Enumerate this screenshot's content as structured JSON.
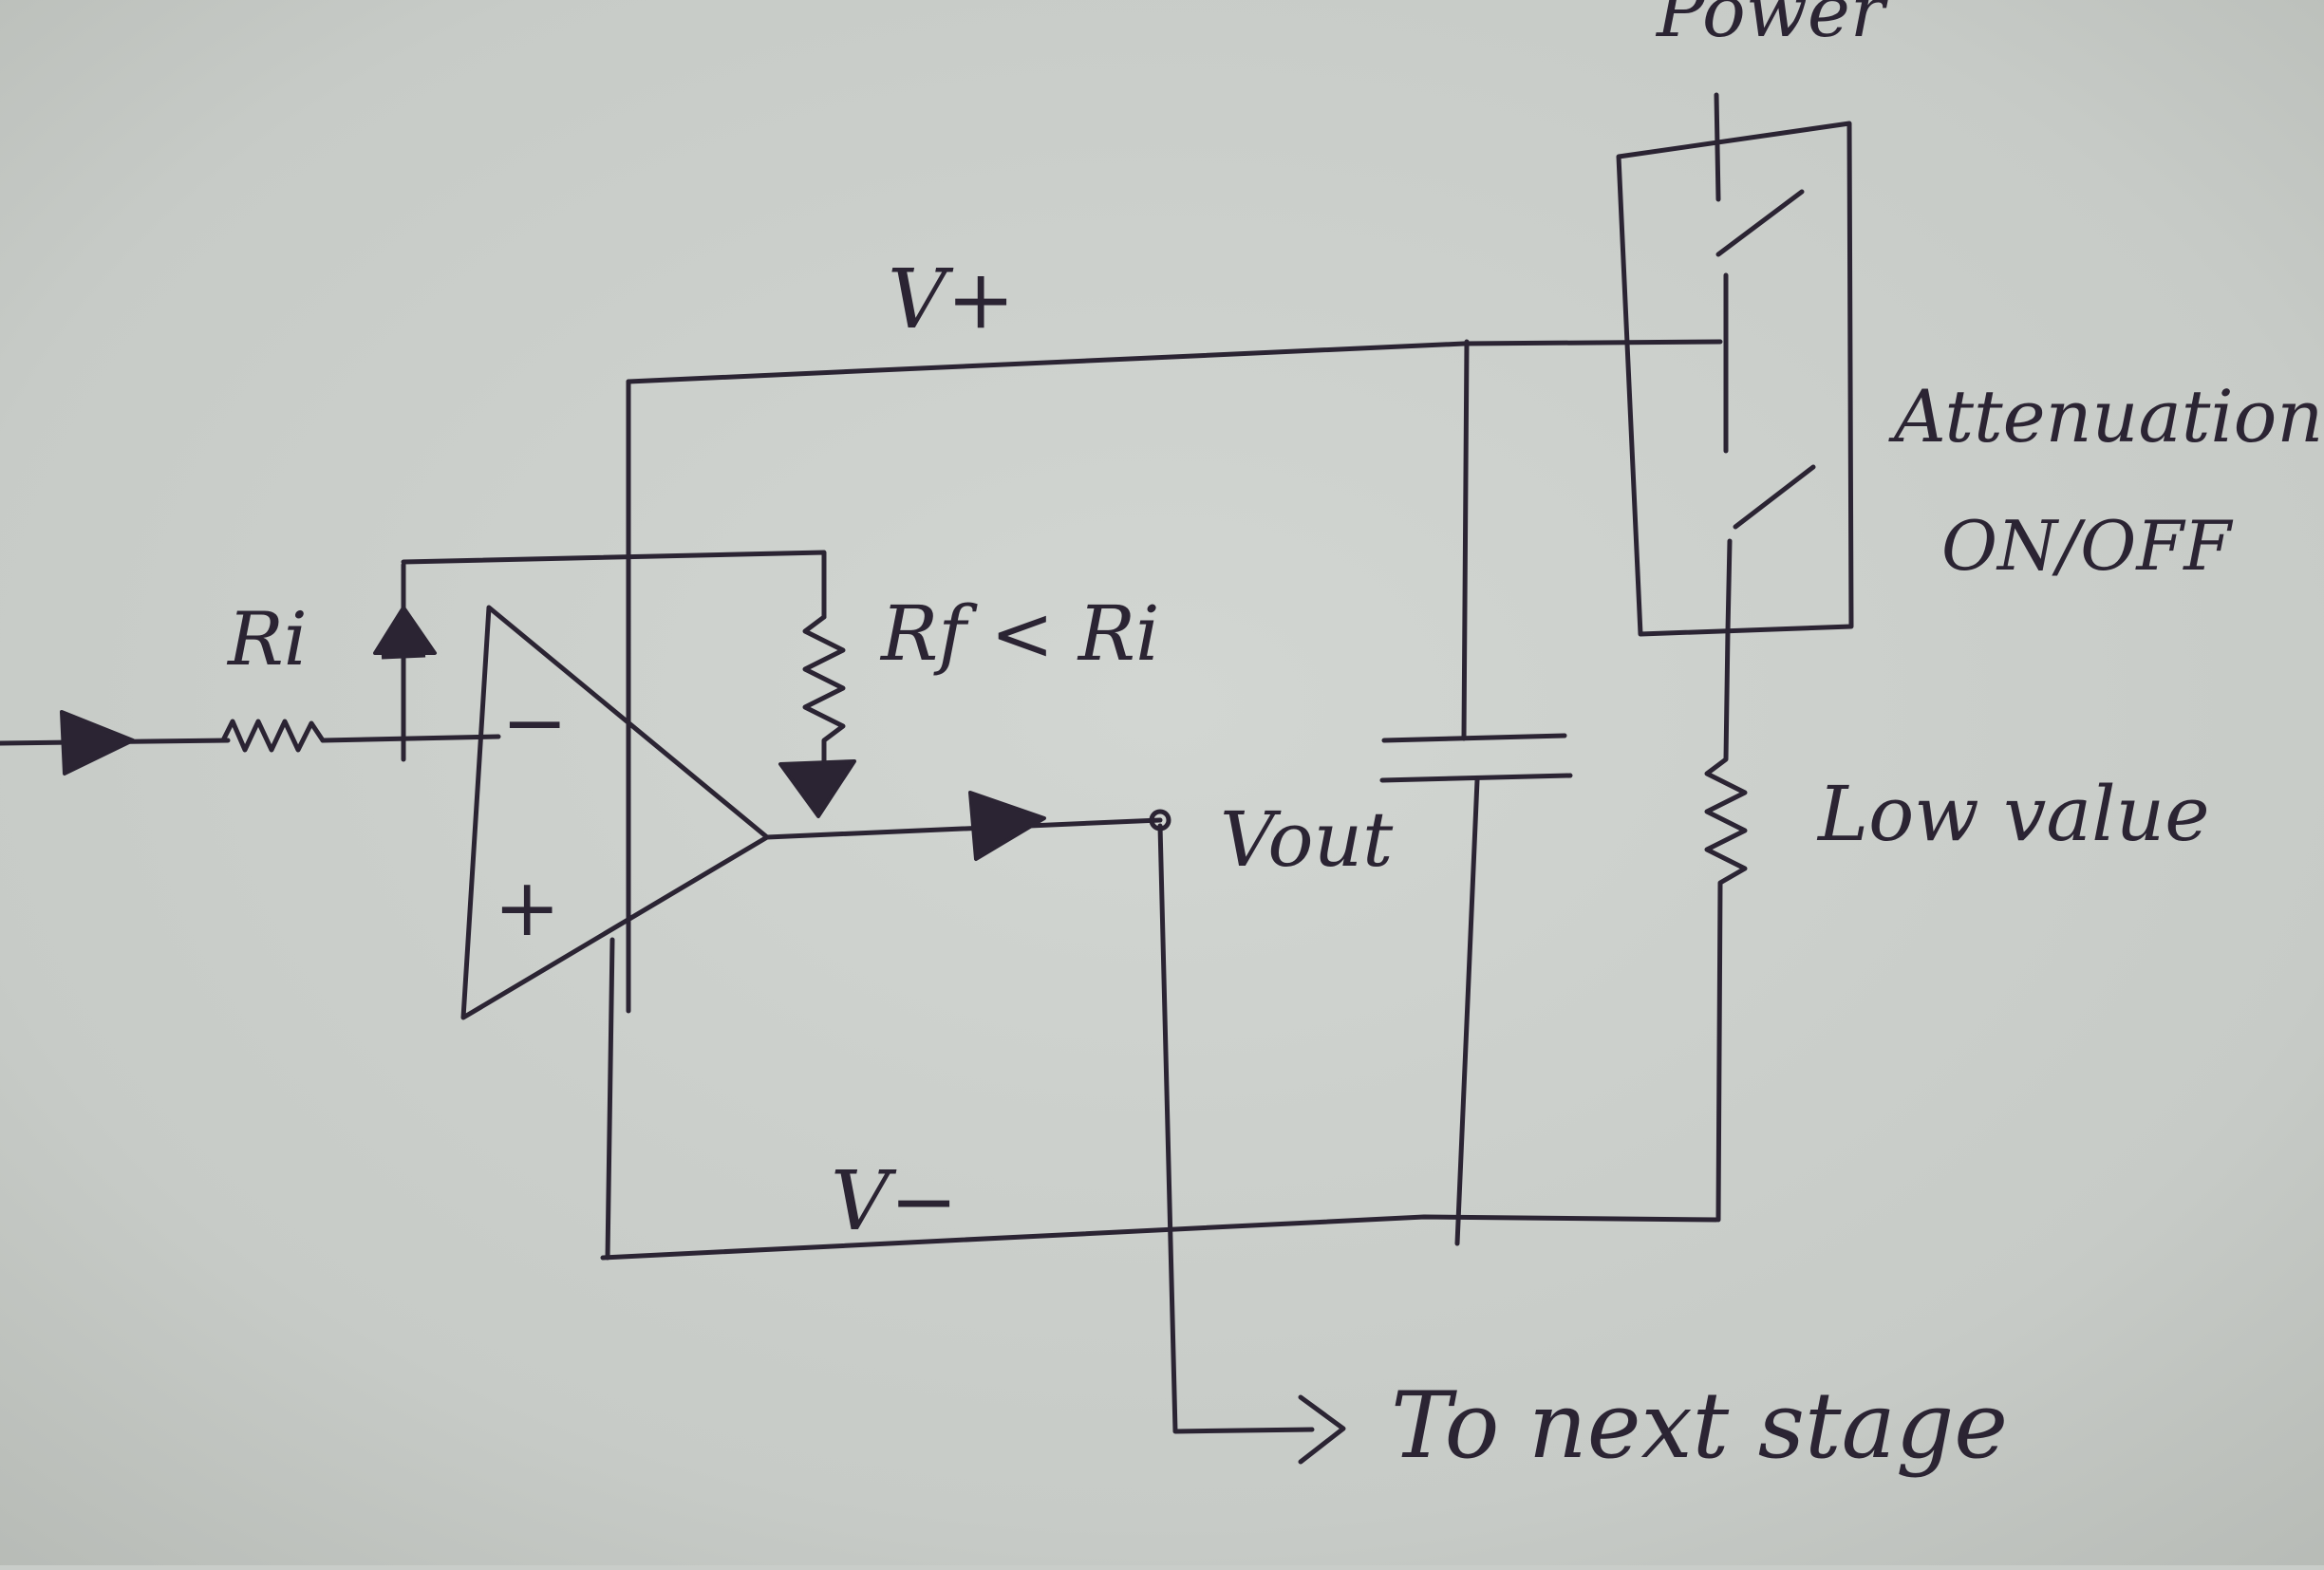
{
  "diagram": {
    "labels": {
      "power": "Power",
      "v_plus": "V+",
      "v_minus": "V−",
      "ri": "Ri",
      "rf_relation": "Rf < Ri",
      "vout": "Vout",
      "attenuation": "Attenuation",
      "on_off": "ON/OFF",
      "low_value": "Low value",
      "next_stage": "To next stage",
      "plus_sign": "+",
      "minus_sign": "−"
    },
    "colors": {
      "paper": "#c9cdc9",
      "ink": "#2b2433"
    }
  }
}
